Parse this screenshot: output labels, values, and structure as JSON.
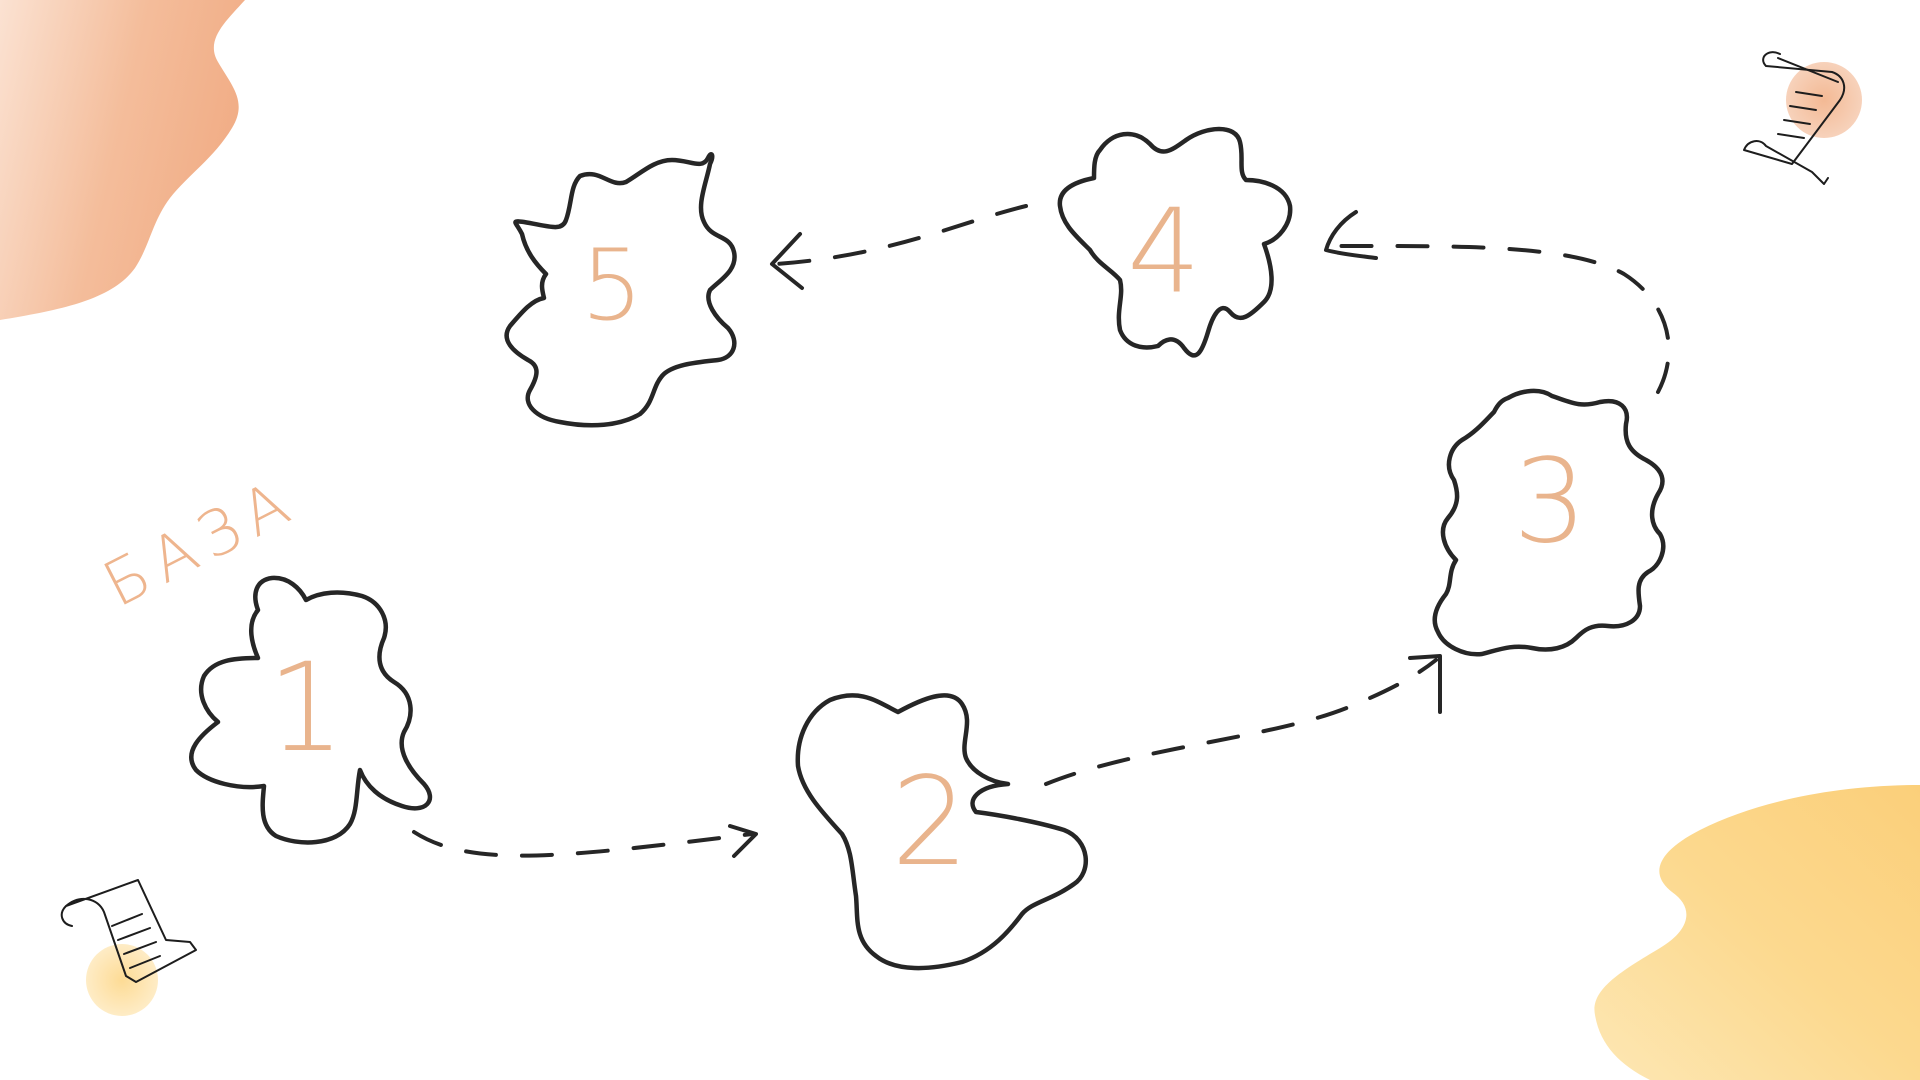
{
  "label": {
    "base": "БАЗА"
  },
  "nodes": [
    {
      "id": "1",
      "label": "1"
    },
    {
      "id": "2",
      "label": "2"
    },
    {
      "id": "3",
      "label": "3"
    },
    {
      "id": "4",
      "label": "4"
    },
    {
      "id": "5",
      "label": "5"
    }
  ],
  "edges": [
    {
      "from": "1",
      "to": "2"
    },
    {
      "from": "2",
      "to": "3"
    },
    {
      "from": "3",
      "to": "4"
    },
    {
      "from": "4",
      "to": "5"
    }
  ],
  "colors": {
    "outline": "#262626",
    "number": "#e9b48d",
    "peach_blob": "#f2b48e",
    "yellow_blob": "#fcd27e",
    "scroll_accent_peach": "#f6c7aa",
    "scroll_accent_yellow": "#fde2a3"
  },
  "icons": [
    "scroll-icon",
    "scroll-icon"
  ]
}
